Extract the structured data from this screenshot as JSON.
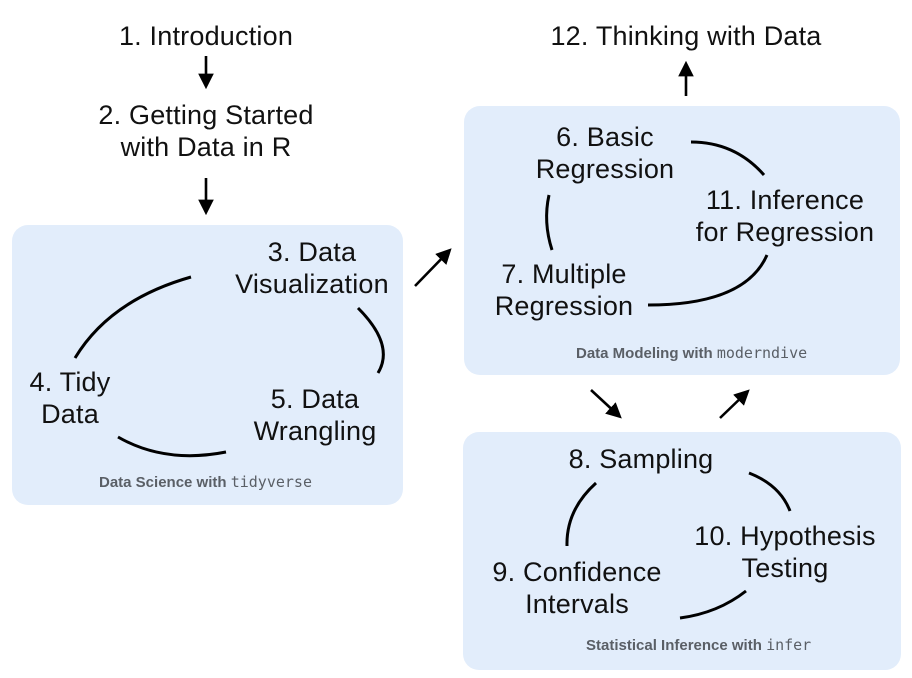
{
  "nodes": {
    "n1": "1. Introduction",
    "n2_line1": "2. Getting Started",
    "n2_line2": "with Data in R",
    "n3_line1": "3. Data",
    "n3_line2": "Visualization",
    "n4_line1": "4. Tidy",
    "n4_line2": "Data",
    "n5_line1": "5. Data",
    "n5_line2": "Wrangling",
    "n6_line1": "6. Basic",
    "n6_line2": "Regression",
    "n7_line1": "7. Multiple",
    "n7_line2": "Regression",
    "n8": "8. Sampling",
    "n9_line1": "9. Confidence",
    "n9_line2": "Intervals",
    "n10_line1": "10. Hypothesis",
    "n10_line2": "Testing",
    "n11_line1": "11. Inference",
    "n11_line2": "for Regression",
    "n12": "12. Thinking with Data"
  },
  "groups": {
    "data_science": {
      "label": "Data Science with",
      "package": "tidyverse"
    },
    "data_modeling": {
      "label": "Data Modeling with",
      "package": "moderndive"
    },
    "inference": {
      "label": "Statistical Inference with",
      "package": "infer"
    }
  },
  "colors": {
    "group_fill": "#e2edfb",
    "caption": "#5a5f66",
    "line": "#000000"
  }
}
